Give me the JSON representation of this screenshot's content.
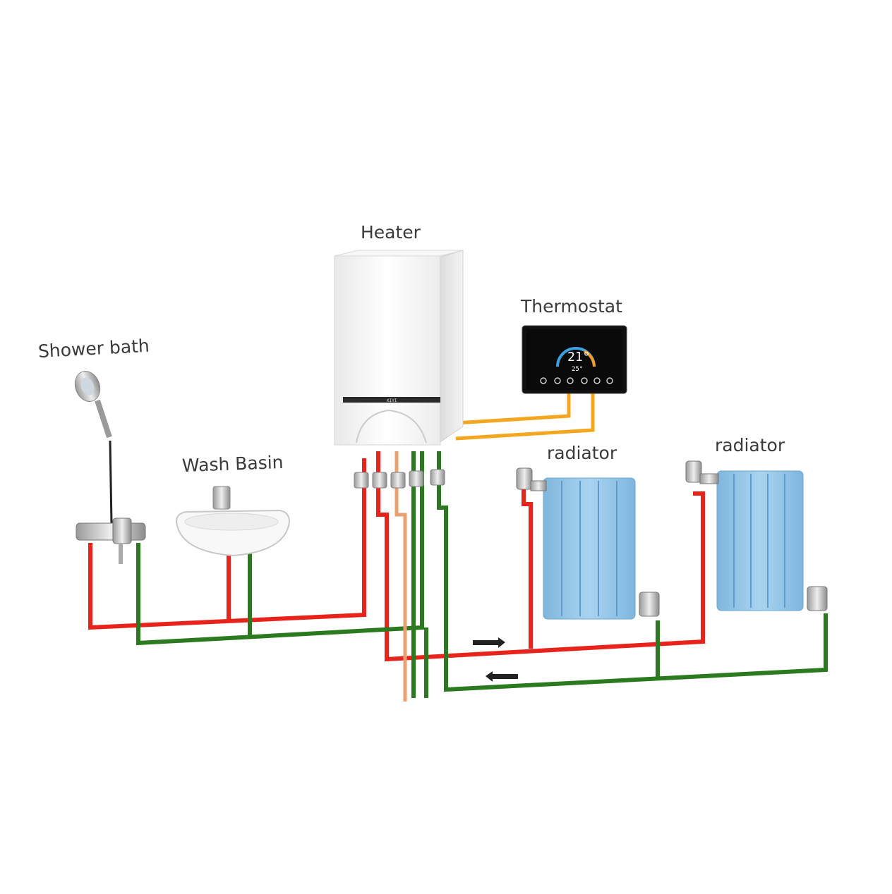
{
  "labels": {
    "heater": "Heater",
    "thermostat": "Thermostat",
    "shower": "Shower bath",
    "basin": "Wash Basin",
    "radiator_1": "radiator",
    "radiator_2": "radiator"
  },
  "thermostat_display": {
    "temperature": "21°",
    "secondary": "25°"
  },
  "colors": {
    "hot_pipe": "#e8231c",
    "return_pipe": "#2b7a1f",
    "gas_pipe": "#e9a070",
    "control_wire": "#f4a71e",
    "radiator": "#8ec4e8",
    "heater_body": "#f4f4f4"
  }
}
